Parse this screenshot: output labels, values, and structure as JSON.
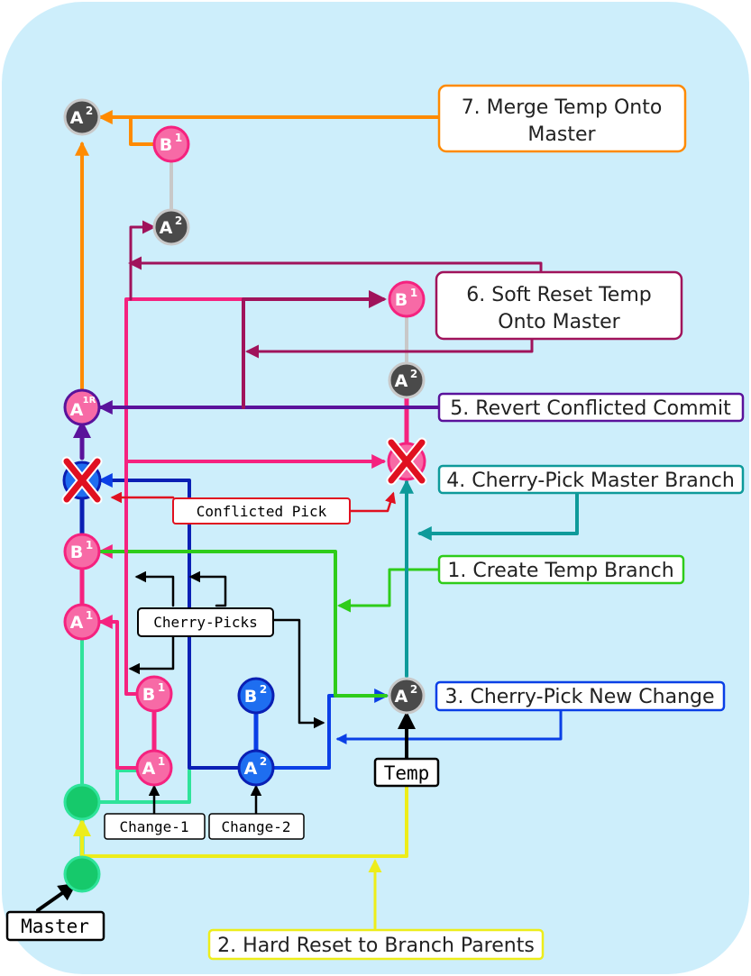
{
  "colors": {
    "background": "#cdeefb",
    "master_green": "#2fe39a",
    "commit_green": "#16c96b",
    "pink": "#f5227f",
    "pink_fill": "#f76aa6",
    "blue": "#0a3fe6",
    "navy": "#0a1fb4",
    "gray_node": "#4a4a4a",
    "orange": "#ff8a00",
    "maroon": "#a0135b",
    "purple": "#5a129b",
    "teal": "#0e9a9a",
    "lime": "#2ecc1a",
    "yellow": "#eded1a",
    "red": "#e01020"
  },
  "steps": {
    "s1": "1. Create Temp Branch",
    "s2": "2. Hard Reset to Branch Parents",
    "s3": "3. Cherry-Pick New Change",
    "s4": "4. Cherry-Pick Master Branch",
    "s5": "5. Revert Conflicted Commit",
    "s6_line1": "6. Soft Reset Temp",
    "s6_line2": "Onto Master",
    "s7_line1": "7. Merge Temp Onto",
    "s7_line2": "Master"
  },
  "labels": {
    "master": "Master",
    "temp": "Temp",
    "change1": "Change-1",
    "change2": "Change-2",
    "cherry_picks": "Cherry-Picks",
    "conflicted_pick": "Conflicted Pick"
  },
  "nodes": {
    "A": "A",
    "B": "B",
    "sup1": "1",
    "sup2": "2",
    "sup1R": "1R"
  },
  "icons": {
    "conflict_mark": "red-x-icon"
  }
}
